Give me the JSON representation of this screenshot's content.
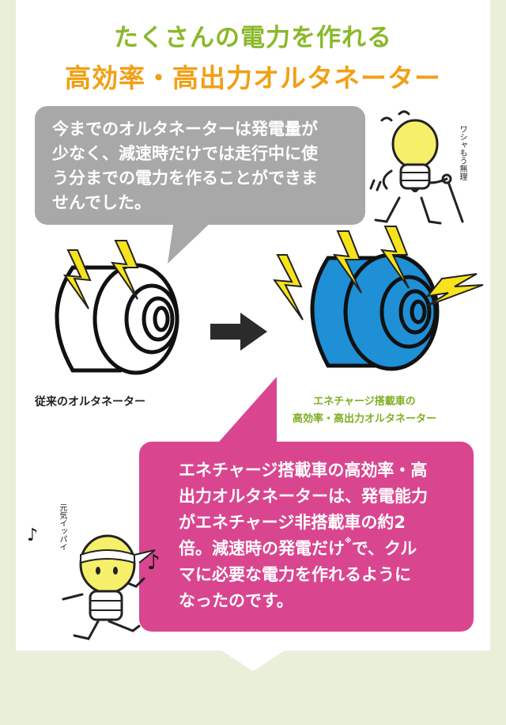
{
  "heading": {
    "line1": "たくさんの電力を作れる",
    "line2": "高効率・高出力オルタネーター"
  },
  "gray_bubble": {
    "lines": [
      "今までのオルタネーターは発電量が",
      "少なく、減速時だけでは走行中に使",
      "う分までの電力を作ることができま",
      "せんでした。"
    ]
  },
  "labels": {
    "old": "従来のオルタネーター",
    "new_line1": "エネチャージ搭載車の",
    "new_line2": "高効率・高出力オルタネーター"
  },
  "pink_bubble": {
    "line1": "エネチャージ搭載車の高効率・高",
    "line2": "出力オルタネーターは、発電能力",
    "line3": "がエネチャージ非搭載車の約2",
    "line4a": "倍。減速時の発電だけ",
    "note_mark": "※",
    "line4b": "で、クル",
    "line5": "マに必要な電力を作れるように",
    "line6": "なったのです。"
  },
  "characters": {
    "tired_caption": "ワシャもう無理",
    "happy_caption": "元気イッパイ"
  },
  "colors": {
    "title_green": "#8ab82a",
    "title_orange": "#f0a015",
    "gray_bubble": "#a8a8a8",
    "pink_bubble": "#d9468f",
    "alternator_blue": "#1f8fd6",
    "lightning": "#f7e31b",
    "bulb": "#f6ef6a",
    "background": "#e9efd9"
  }
}
